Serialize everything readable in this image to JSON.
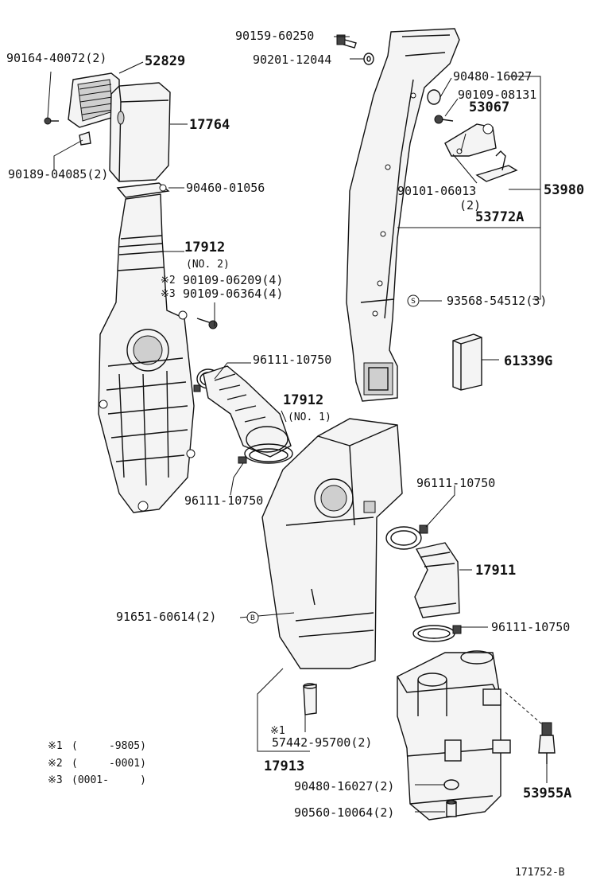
{
  "parts": {
    "p90164": "90164-40072(2)",
    "p52829": "52829",
    "p17764": "17764",
    "p90189": "90189-04085(2)",
    "p90460": "90460-01056",
    "p17912a": "17912",
    "p17912a_sub": "(NO. 2)",
    "p90109a_mark": "※2",
    "p90109a": "90109-06209(4)",
    "p90109b_mark": "※3",
    "p90109b": "90109-06364(4)",
    "p96111_top": "96111-10750",
    "p17912b": "17912",
    "p17912b_sub": "(NO. 1)",
    "p96111_left": "96111-10750",
    "p90159": "90159-60250",
    "p90201": "90201-12044",
    "p90480_top": "90480-16027",
    "p90109c": "90109-08131",
    "p53067": "53067",
    "p90101": "90101-06013",
    "p90101_qty": "(2)",
    "p53772": "53772A",
    "p53980": "53980",
    "p93568": "93568-54512(3)",
    "p61339": "61339G",
    "p96111_right": "96111-10750",
    "p17911": "17911",
    "p91651": "91651-60614(2)",
    "p96111_lower": "96111-10750",
    "p57442_mark": "※1",
    "p57442": "57442-95700(2)",
    "p17913": "17913",
    "p90480_bot": "90480-16027(2)",
    "p90560": "90560-10064(2)",
    "p53955": "53955A"
  },
  "symbols": {
    "s_mark": "S",
    "b_mark": "B"
  },
  "notes": [
    {
      "mark": "※1",
      "text": "(     -9805)"
    },
    {
      "mark": "※2",
      "text": "(     -0001)"
    },
    {
      "mark": "※3",
      "text": "(0001-     )"
    }
  ],
  "figure_code": "171752-B"
}
